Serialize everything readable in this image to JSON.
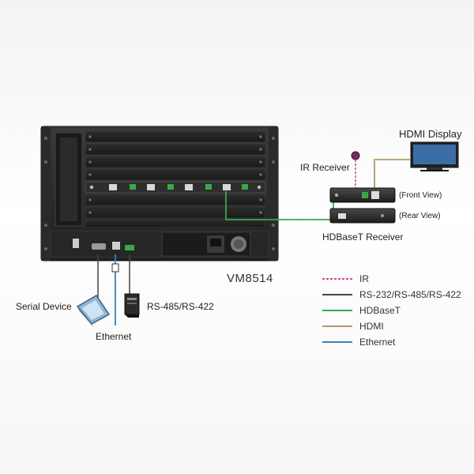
{
  "model": "VM8514",
  "devices": {
    "hdmi_display": "HDMI Display",
    "ir_receiver": "IR Receiver",
    "front_view": "(Front View)",
    "rear_view": "(Rear View)",
    "hdbaset_receiver": "HDBaseT Receiver",
    "serial_device": "Serial Device",
    "ethernet": "Ethernet",
    "rs485": "RS-485/RS-422"
  },
  "legend": [
    {
      "label": "IR",
      "color": "#d4479a",
      "style": "dashed"
    },
    {
      "label": "RS-232/RS-485/RS-422",
      "color": "#444444",
      "style": "solid"
    },
    {
      "label": "HDBaseT",
      "color": "#3aa84a",
      "style": "solid"
    },
    {
      "label": "HDMI",
      "color": "#b09a6a",
      "style": "solid"
    },
    {
      "label": "Ethernet",
      "color": "#3f7fb0",
      "style": "solid"
    }
  ]
}
